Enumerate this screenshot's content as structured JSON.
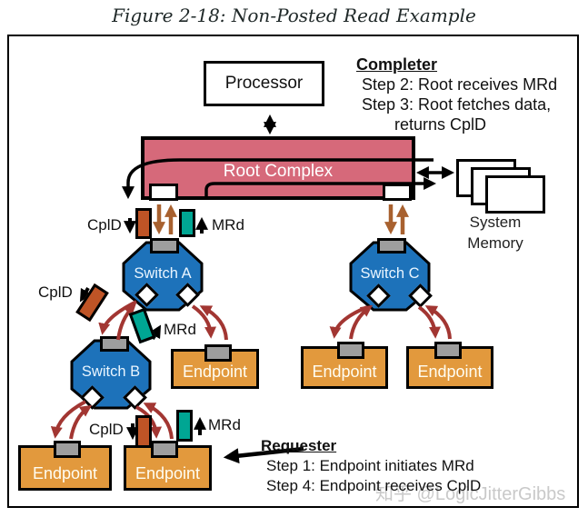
{
  "figure": {
    "title": "Figure 2-18: Non-Posted Read Example"
  },
  "completer": {
    "heading": "Completer",
    "lines": [
      "Step 2: Root receives MRd",
      "Step 3: Root fetches data,",
      "returns CplD"
    ]
  },
  "requester": {
    "heading": "Requester",
    "lines": [
      "Step 1: Endpoint initiates MRd",
      "Step 4: Endpoint receives CplD"
    ]
  },
  "nodes": {
    "processor": "Processor",
    "root_complex": "Root Complex",
    "switch_a": "Switch A",
    "switch_b": "Switch B",
    "switch_c": "Switch C",
    "endpoint": "Endpoint",
    "system_memory": [
      "System",
      "Memory"
    ]
  },
  "labels": {
    "cpld": "CplD",
    "mrd": "MRd"
  },
  "watermark": "知乎 @LogicJitterGibbs",
  "colors": {
    "root_complex": "#d6697a",
    "switch_blue": "#1d72ba",
    "endpoint_orange": "#e2993d",
    "port_gray": "#9e9e9e",
    "cpld_packet": "#bf5426",
    "mrd_packet": "#00a693",
    "fabric_arrow_red": "#a23632",
    "link_arrow_brown": "#a8612f"
  }
}
